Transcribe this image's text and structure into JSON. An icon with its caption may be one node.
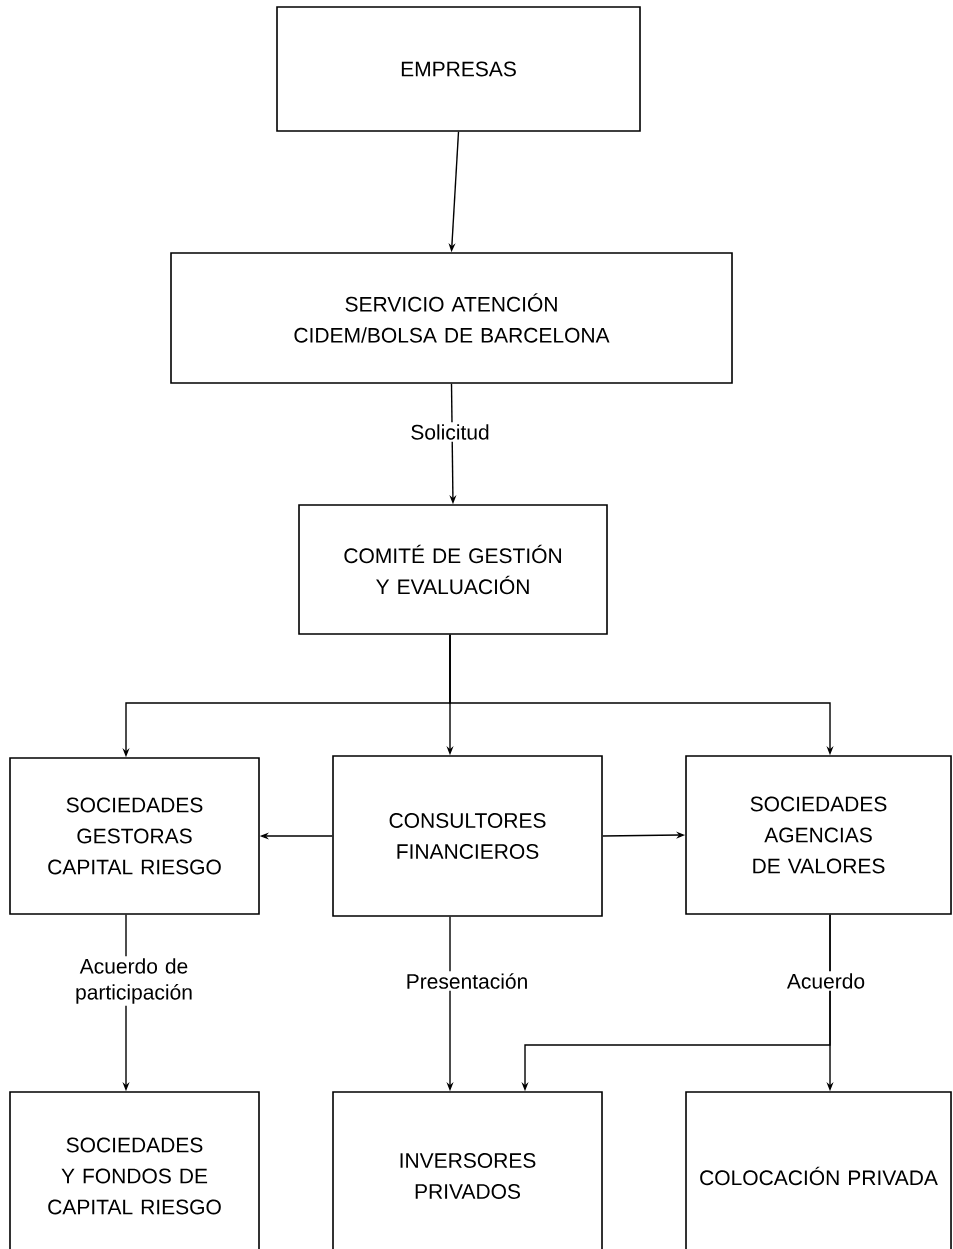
{
  "diagram": {
    "nodes": [
      {
        "text": [
          "EMPRESAS"
        ]
      },
      {
        "text": [
          "SERVICIO ATENCIÓN CIDEM/BOLSA DE BARCELONA"
        ]
      },
      {
        "text": [
          "COMITÉ DE GESTIÓN Y EVALUACIÓN"
        ]
      },
      {
        "text": [
          "SOCIEDADES GESTORAS CAPITAL RIESGO"
        ]
      },
      {
        "text": [
          "CONSULTORES FINANCIEROS"
        ]
      },
      {
        "text": [
          "SOCIEDADES AGENCIAS DE VALORES"
        ]
      },
      {
        "text": [
          "SOCIEDADES Y FONDOS DE CAPITAL RIESGO"
        ]
      },
      {
        "text": [
          "INVERSORES PRIVADOS"
        ]
      },
      {
        "text": [
          "COLOCACIÓN PRIVADA"
        ]
      }
    ],
    "edges": [
      {
        "from": 0,
        "to": 1,
        "arrow": "to"
      },
      {
        "from": 1,
        "to": 2,
        "arrow": "to",
        "label": "Solicitud"
      },
      {
        "from": 2,
        "to": 3,
        "arrow": "to"
      },
      {
        "from": 2,
        "to": 4,
        "arrow": "to"
      },
      {
        "from": 2,
        "to": 5,
        "arrow": "to"
      },
      {
        "from": 4,
        "to": 3,
        "arrow": "to"
      },
      {
        "from": 4,
        "to": 5,
        "arrow": "to"
      },
      {
        "from": 3,
        "to": 6,
        "arrow": "to",
        "label": "Acuerdo de participación"
      },
      {
        "from": 4,
        "to": 7,
        "arrow": "to",
        "label": "Presentación"
      },
      {
        "from": 5,
        "to": 8,
        "arrow": "to",
        "label": "Acuerdo"
      },
      {
        "from": 5,
        "to": 7,
        "arrow": "to"
      }
    ]
  }
}
